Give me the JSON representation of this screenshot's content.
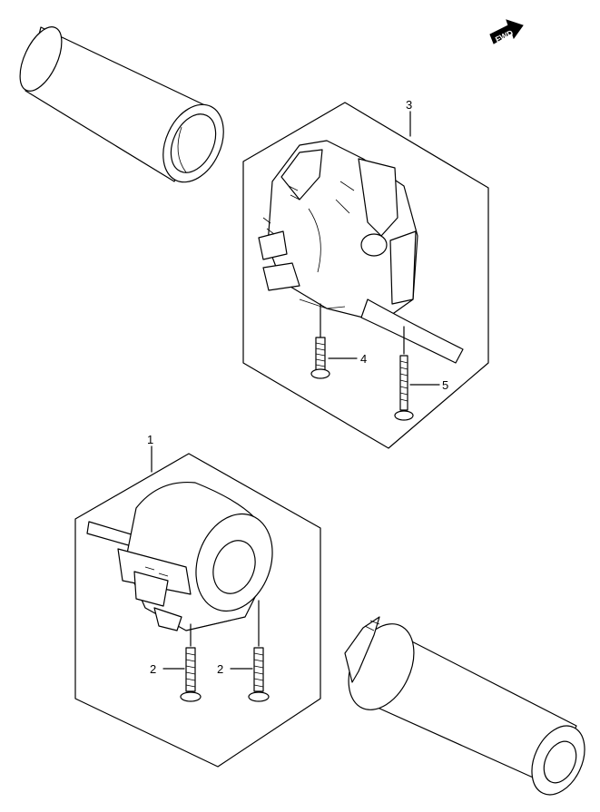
{
  "diagram": {
    "direction_badge": "FWD",
    "callouts": [
      {
        "id": "c1",
        "label": "1"
      },
      {
        "id": "c2a",
        "label": "2"
      },
      {
        "id": "c2b",
        "label": "2"
      },
      {
        "id": "c3",
        "label": "3"
      },
      {
        "id": "c4",
        "label": "4"
      },
      {
        "id": "c5",
        "label": "5"
      }
    ]
  }
}
